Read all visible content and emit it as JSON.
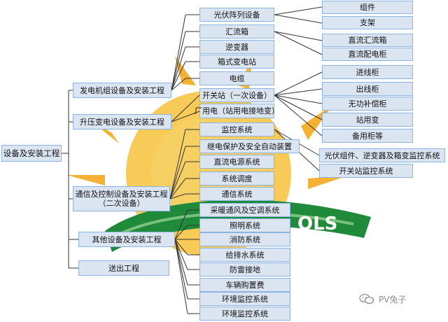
{
  "diagram": {
    "root": "设备及安装工程",
    "level1": [
      "发电机组设备及安装工程",
      "升压变电设备及安装工程",
      "通信及控制设备及安装工程（二次设备）",
      "其他设备及安装工程",
      "送出工程"
    ],
    "gen_items": [
      "光伏阵列设备",
      "汇流箱",
      "逆变器",
      "箱式变电站",
      "电缆"
    ],
    "pv_array_children": [
      "组件",
      "支架"
    ],
    "combiner_children": [
      "直流汇流箱",
      "直流配电柜"
    ],
    "substation_items": [
      "开关站（一次设备）",
      "厂用电（站用电接地变）"
    ],
    "switch_station_children": [
      "进线柜",
      "出线柜",
      "无功补偿柜",
      "站用变",
      "备用柜等"
    ],
    "control_items": [
      "监控系统",
      "继电保护及安全自动装置",
      "直流电源系统",
      "系统调度",
      "通信系统"
    ],
    "monitoring_children": [
      "光伏组件、逆变器及箱变监控系统",
      "开关站监控系统"
    ],
    "other_items": [
      "采暖通风及空调系统",
      "照明系统",
      "消防系统",
      "给排水系统",
      "防雷接地",
      "车辆购置费",
      "环境监控系统",
      "环境监控系统"
    ]
  },
  "watermark": {
    "text": "PV兔子",
    "icon": "wechat-icon"
  },
  "background": {
    "sun_color": "#f3b024",
    "banner_green": "#1f8a3a",
    "banner_text": "OLS"
  }
}
